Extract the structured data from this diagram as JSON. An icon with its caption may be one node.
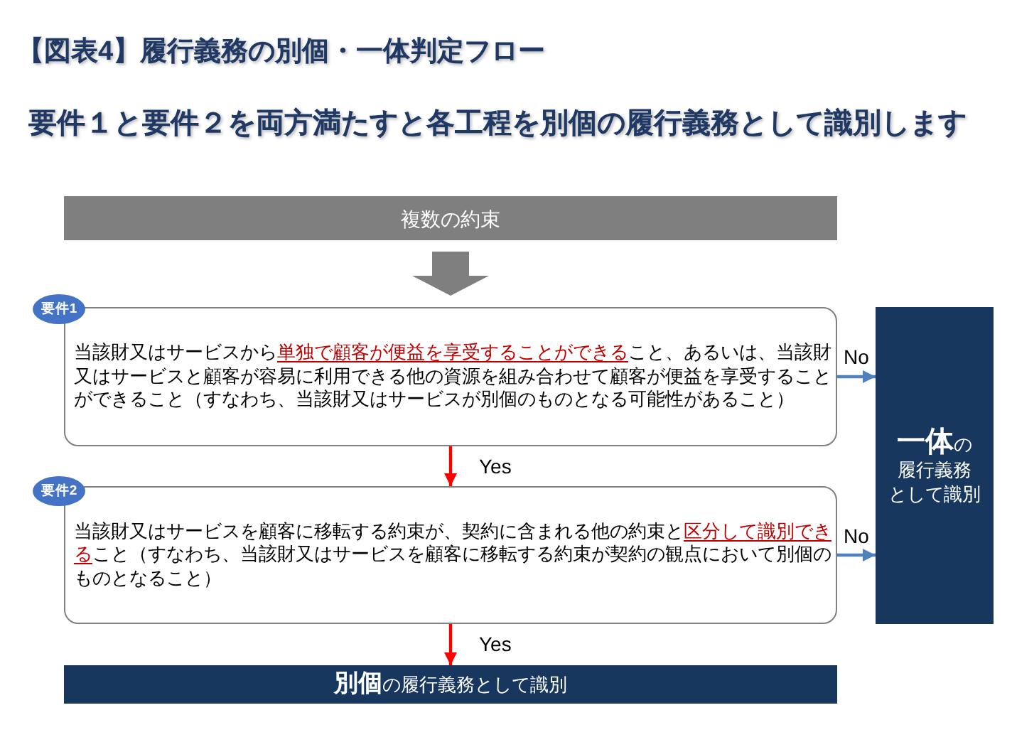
{
  "diagram": {
    "title": "【図表4】履行義務の別個・一体判定フロー",
    "nodes": [
      {
        "text": [
          "複数の約束"
        ]
      },
      {
        "text": [
          "要件1"
        ]
      },
      {
        "text": [
          "当該財又はサービスから**単独で顧客が便益を享受することができる**こと、あるいは、当該財又はサービスと顧客が容易に利用できる他の資源を組み合わせて顧客が便益を享受することができること（すなわち、当該財又はサービスが別個のものとなる可能性があること）"
        ]
      },
      {
        "text": [
          "**一体**の履行義務として識別"
        ]
      },
      {
        "text": [
          "要件2"
        ]
      },
      {
        "text": [
          "当該財又はサービスを顧客に移転する約束が、契約に含まれる他の約束と**区分して識別できる**こと（すなわち、当該財又はサービスを顧客に移転する約束が契約の観点において別個のものとなること）"
        ]
      },
      {
        "text": [
          "**別個**の履行義務として識別"
        ]
      }
    ],
    "edges": [
      {
        "from": 0,
        "to": 2,
        "arrow": "to",
        "style": "thick",
        "color": "#7f7f7f"
      },
      {
        "from": 2,
        "to": 5,
        "arrow": "to",
        "label": "Yes",
        "color": "#ff0000"
      },
      {
        "from": 2,
        "to": 3,
        "arrow": "to",
        "label": "No",
        "color": "#4f81bd"
      },
      {
        "from": 5,
        "to": 6,
        "arrow": "to",
        "label": "Yes",
        "color": "#ff0000"
      },
      {
        "from": 5,
        "to": 3,
        "arrow": "to",
        "label": "No",
        "color": "#4f81bd"
      }
    ],
    "labels": [
      "要件１と要件２を両方満たすと各工程を別個の履行義務として識別します"
    ]
  }
}
